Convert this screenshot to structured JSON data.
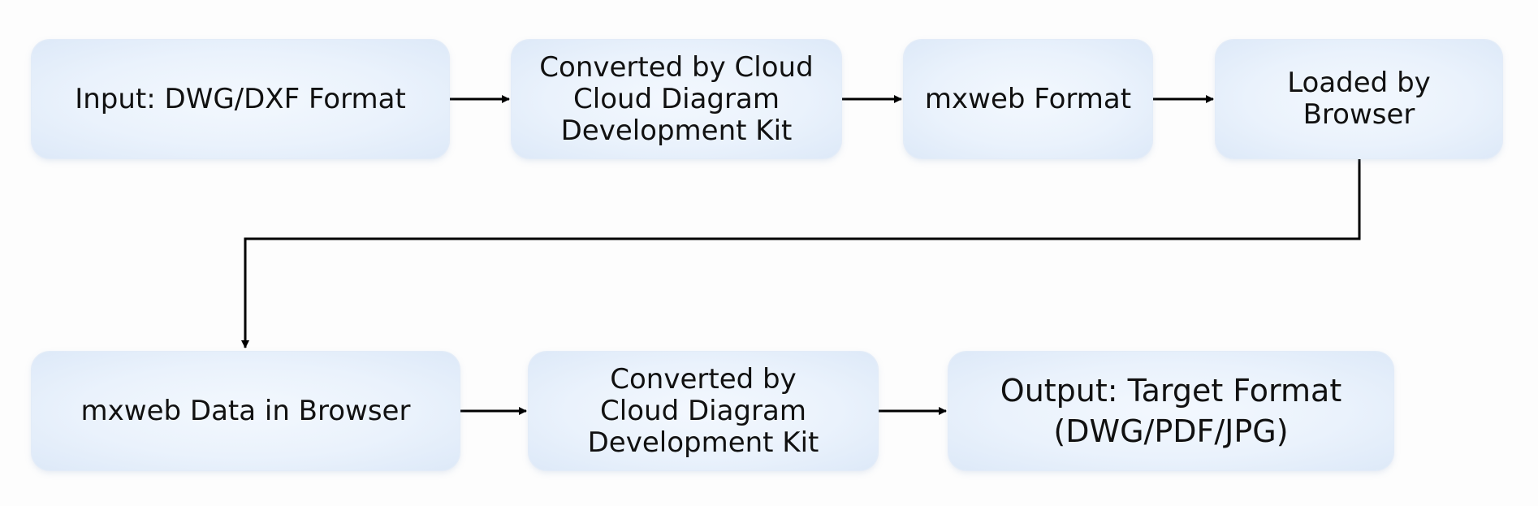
{
  "diagram": {
    "nodes": [
      {
        "id": "input",
        "label": "Input: DWG/DXF Format"
      },
      {
        "id": "convert1",
        "label": "Converted by Cloud\nCloud Diagram\nDevelopment Kit"
      },
      {
        "id": "mxweb",
        "label": "mxweb Format"
      },
      {
        "id": "browser",
        "label": "Loaded by\nBrowser"
      },
      {
        "id": "mxweb-data",
        "label": "mxweb Data in Browser"
      },
      {
        "id": "convert2",
        "label": "Converted by\nCloud Diagram\nDevelopment Kit"
      },
      {
        "id": "output",
        "label": "Output: Target Format\n(DWG/PDF/JPG)"
      }
    ],
    "edges": [
      {
        "from": "input",
        "to": "convert1"
      },
      {
        "from": "convert1",
        "to": "mxweb"
      },
      {
        "from": "mxweb",
        "to": "browser"
      },
      {
        "from": "browser",
        "to": "mxweb-data"
      },
      {
        "from": "mxweb-data",
        "to": "convert2"
      },
      {
        "from": "convert2",
        "to": "output"
      }
    ]
  }
}
